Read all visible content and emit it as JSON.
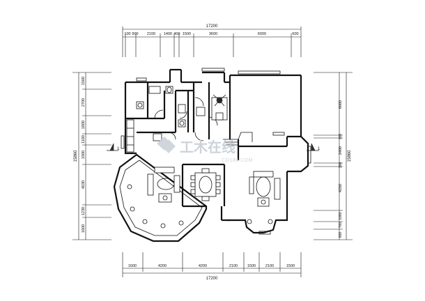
{
  "dimensions": {
    "top_total": "17200",
    "top_segments": [
      "100",
      "900",
      "2100",
      "1400",
      "400",
      "1500",
      "3600",
      "6000",
      "600"
    ],
    "bottom_total": "17200",
    "bottom_segments": [
      "1600",
      "4200",
      "4200",
      "2100",
      "1500",
      "2100",
      "1500"
    ],
    "left_total": "15860",
    "left_segments": [
      "1500",
      "2700",
      "1800",
      "1100",
      "1900",
      "4030",
      "1230",
      "1600"
    ],
    "right_total": "15860",
    "right_segments": [
      "6000",
      "300",
      "2400",
      "300",
      "4200",
      "1060",
      "700",
      "600"
    ]
  },
  "section_markers": {
    "left": "1",
    "right": "1"
  },
  "watermark": {
    "main": "工木在线",
    "sub": "CO188.COM"
  }
}
